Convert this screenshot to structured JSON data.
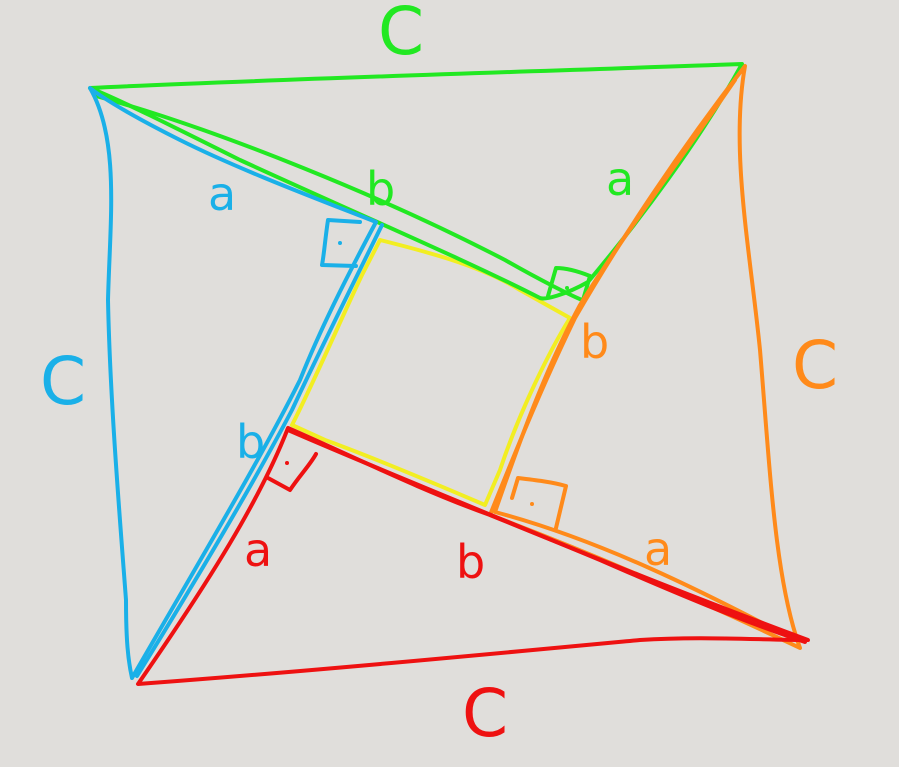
{
  "colors": {
    "background": "#e0dedb",
    "green": "#22e822",
    "blue": "#1ab0e8",
    "orange": "#ff8a1a",
    "red": "#ee1111",
    "yellow": "#f2ee22"
  },
  "labels": {
    "green": {
      "c": "C",
      "b": "b",
      "a": "a"
    },
    "blue": {
      "c": "C",
      "a": "a",
      "b": "b"
    },
    "orange": {
      "c": "C",
      "b": "b",
      "a": "a"
    },
    "red": {
      "c": "C",
      "a": "a",
      "b": "b"
    }
  }
}
